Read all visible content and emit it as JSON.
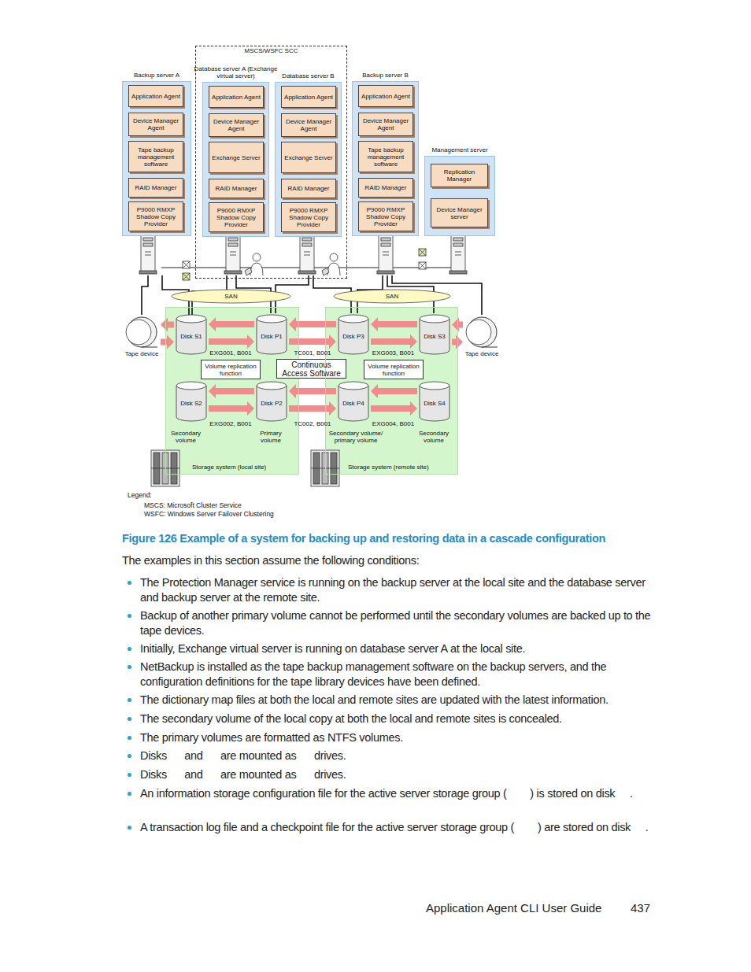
{
  "diagram": {
    "caption": "Figure 126 Example of a system for backing up and restoring data in a cascade configuration",
    "nodes": [
      {
        "text": [
          "MSCS/WSFC SCC"
        ]
      },
      {
        "text": [
          "Backup server A"
        ]
      },
      {
        "text": [
          "Application Agent"
        ],
        "in": 1
      },
      {
        "text": [
          "Device Manager Agent"
        ],
        "in": 1
      },
      {
        "text": [
          "Tape backup management software"
        ],
        "in": 1
      },
      {
        "text": [
          "RAID Manager"
        ],
        "in": 1
      },
      {
        "text": [
          "P9000 RMXP Shadow Copy Provider"
        ],
        "in": 1
      },
      {
        "text": [
          "Database server A (Exchange virtual server)"
        ],
        "in": 0
      },
      {
        "text": [
          "Application Agent"
        ],
        "in": 7
      },
      {
        "text": [
          "Device Manager Agent"
        ],
        "in": 7
      },
      {
        "text": [
          "Exchange Server"
        ],
        "in": 7
      },
      {
        "text": [
          "RAID Manager"
        ],
        "in": 7
      },
      {
        "text": [
          "P9000 RMXP Shadow Copy Provider"
        ],
        "in": 7
      },
      {
        "text": [
          "Database server B"
        ],
        "in": 0
      },
      {
        "text": [
          "Application Agent"
        ],
        "in": 13
      },
      {
        "text": [
          "Device Manager Agent"
        ],
        "in": 13
      },
      {
        "text": [
          "Exchange Server"
        ],
        "in": 13
      },
      {
        "text": [
          "RAID Manager"
        ],
        "in": 13
      },
      {
        "text": [
          "P9000 RMXP Shadow Copy Provider"
        ],
        "in": 13
      },
      {
        "text": [
          "Backup server B"
        ]
      },
      {
        "text": [
          "Application Agent"
        ],
        "in": 19
      },
      {
        "text": [
          "Device Manager Agent"
        ],
        "in": 19
      },
      {
        "text": [
          "Tape backup management software"
        ],
        "in": 19
      },
      {
        "text": [
          "RAID Manager"
        ],
        "in": 19
      },
      {
        "text": [
          "P9000 RMXP Shadow Copy Provider"
        ],
        "in": 19
      },
      {
        "text": [
          "Management server"
        ]
      },
      {
        "text": [
          "Replication Manager"
        ],
        "in": 25
      },
      {
        "text": [
          "Device Manager server"
        ],
        "in": 25
      },
      {
        "text": [
          "SAN"
        ]
      },
      {
        "text": [
          "SAN"
        ]
      },
      {
        "text": [
          "Tape device"
        ]
      },
      {
        "text": [
          "Storage system (local site)"
        ]
      },
      {
        "text": [
          "Disk S1"
        ],
        "in": 31
      },
      {
        "text": [
          "Disk P1"
        ],
        "in": 31
      },
      {
        "text": [
          "Volume replication function"
        ],
        "in": 31
      },
      {
        "text": [
          "Disk S2"
        ],
        "in": 31
      },
      {
        "text": [
          "Disk P2"
        ],
        "in": 31
      },
      {
        "text": [
          "Continuous Access Software"
        ]
      },
      {
        "text": [
          "Storage system (remote site)"
        ]
      },
      {
        "text": [
          "Disk P3"
        ],
        "in": 38
      },
      {
        "text": [
          "Disk S3"
        ],
        "in": 38
      },
      {
        "text": [
          "Volume replication function"
        ],
        "in": 38
      },
      {
        "text": [
          "Disk P4"
        ],
        "in": 38
      },
      {
        "text": [
          "Disk S4"
        ],
        "in": 38
      },
      {
        "text": [
          "Tape device"
        ]
      }
    ],
    "edges": [
      {
        "from": 32,
        "to": 30,
        "arrow": "to"
      },
      {
        "from": 30,
        "to": 32,
        "arrow": "to"
      },
      {
        "from": 33,
        "to": 32,
        "arrow": "to"
      },
      {
        "from": 32,
        "to": 33,
        "arrow": "to"
      },
      {
        "from": 39,
        "to": 33,
        "arrow": "to"
      },
      {
        "from": 33,
        "to": 39,
        "arrow": "to"
      },
      {
        "from": 40,
        "to": 39,
        "arrow": "to"
      },
      {
        "from": 39,
        "to": 40,
        "arrow": "to"
      },
      {
        "from": 44,
        "to": 40,
        "arrow": "to"
      },
      {
        "from": 40,
        "to": 44,
        "arrow": "to"
      },
      {
        "from": 36,
        "to": 35,
        "arrow": "to"
      },
      {
        "from": 35,
        "to": 36,
        "arrow": "to"
      },
      {
        "from": 42,
        "to": 36,
        "arrow": "to"
      },
      {
        "from": 36,
        "to": 42,
        "arrow": "to"
      },
      {
        "from": 43,
        "to": 42,
        "arrow": "to"
      },
      {
        "from": 42,
        "to": 43,
        "arrow": "to"
      }
    ],
    "labels": [
      "Legend:",
      "MSCS: Microsoft Cluster Service",
      "WSFC: Windows Server Failover Clustering",
      "EXG001, B001",
      "TC001, B001",
      "EXG003, B001",
      "EXG002, B001",
      "TC002, B001",
      "EXG004, B001",
      "Secondary volume",
      "Primary volume",
      "Secondary volume/ primary volume",
      "Secondary volume",
      "The examples in this section assume the following conditions:",
      "The Protection Manager service is running on the backup server at the local site and the database server and backup server at the remote site.",
      "Backup of another primary volume cannot be performed until the secondary volumes are backed up to the tape devices.",
      "Initially, Exchange virtual server is running on database server A at the local site.",
      "NetBackup is installed as the tape backup management software on the backup servers, and the configuration definitions for the tape library devices have been defined.",
      "The dictionary map files at both the local and remote sites are updated with the latest information.",
      "The secondary volume of the local copy at both the local and remote sites is concealed.",
      "The primary volumes are formatted as NTFS volumes.",
      "Disks      and      are mounted as      drives.",
      "Disks      and      are mounted as      drives.",
      "An information storage configuration file for the active server storage group (        ) is stored on disk     .",
      "A transaction log file and a checkpoint file for the active server storage group (        ) are stored on disk     .",
      "Application Agent CLI User Guide",
      "437"
    ]
  }
}
